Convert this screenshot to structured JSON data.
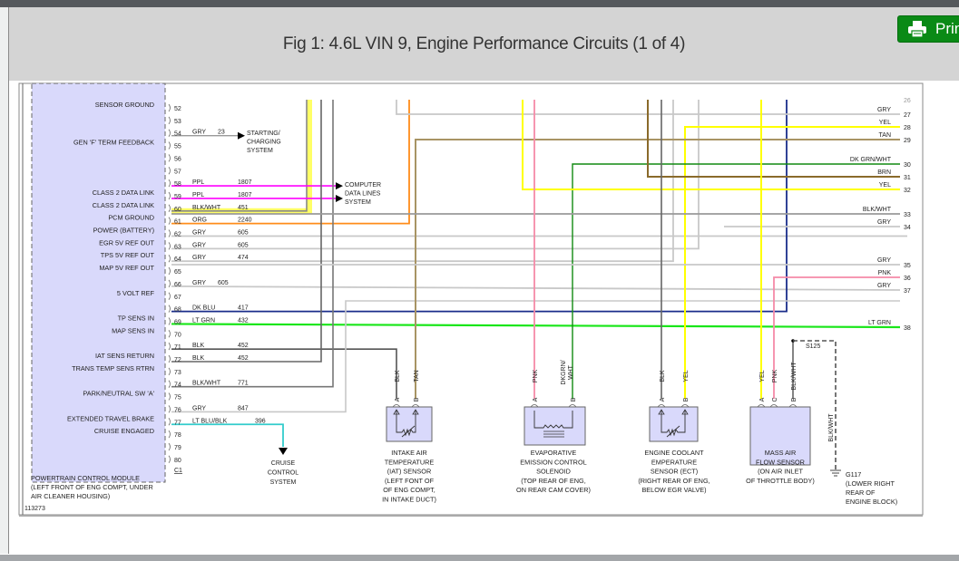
{
  "header": {
    "title": "Fig 1: 4.6L VIN 9, Engine Performance Circuits (1 of 4)",
    "print_label": "Print",
    "print_icon": "printer-icon"
  },
  "colors": {
    "header_bg": "#d4d4d4",
    "print_green": "#0a8a16",
    "pcm_fill": "#d9d9fb",
    "wire": {
      "GRY": "#c8c8c8",
      "YEL": "#ffff00",
      "TAN": "#a89464",
      "DKGRNWHT": "#118a11",
      "BRN": "#8a6a2a",
      "BLKWHT": "#9a9a9a",
      "PPL": "#ff00ff",
      "ORG": "#ff8c1a",
      "DKBLU": "#1a2d8a",
      "LTGRN": "#19e619",
      "BLK": "#555555",
      "LTBLUBLK": "#33cccc",
      "PNK": "#f58aa8"
    }
  },
  "pcm": {
    "name": "POWERTRAIN CONTROL MODULE",
    "location_lines": [
      "(LEFT FRONT OF ENG COMPT, UNDER",
      "AIR CLEANER HOUSING)"
    ],
    "connector": "C1",
    "figure_id": "113273",
    "pins": [
      {
        "pin": "52",
        "label": "SENSOR GROUND",
        "wire": "",
        "circuit": ""
      },
      {
        "pin": "53",
        "label": "",
        "wire": "",
        "circuit": ""
      },
      {
        "pin": "54",
        "label": "",
        "wire": "GRY",
        "circuit": "23"
      },
      {
        "pin": "55",
        "label": "GEN 'F' TERM FEEDBACK",
        "wire": "",
        "circuit": ""
      },
      {
        "pin": "56",
        "label": "",
        "wire": "",
        "circuit": ""
      },
      {
        "pin": "57",
        "label": "",
        "wire": "",
        "circuit": ""
      },
      {
        "pin": "58",
        "label": "",
        "wire": "PPL",
        "circuit": "1807"
      },
      {
        "pin": "59",
        "label": "CLASS 2 DATA LINK",
        "wire": "PPL",
        "circuit": "1807"
      },
      {
        "pin": "60",
        "label": "CLASS 2 DATA LINK",
        "wire": "BLK/WHT",
        "circuit": "451"
      },
      {
        "pin": "61",
        "label": "PCM GROUND",
        "wire": "ORG",
        "circuit": "2240"
      },
      {
        "pin": "62",
        "label": "POWER (BATTERY)",
        "wire": "GRY",
        "circuit": "605"
      },
      {
        "pin": "63",
        "label": "EGR 5V REF OUT",
        "wire": "GRY",
        "circuit": "605"
      },
      {
        "pin": "64",
        "label": "TPS 5V REF OUT",
        "wire": "GRY",
        "circuit": "474"
      },
      {
        "pin": "65",
        "label": "MAP 5V REF OUT",
        "wire": "",
        "circuit": ""
      },
      {
        "pin": "66",
        "label": "",
        "wire": "GRY",
        "circuit": "605"
      },
      {
        "pin": "67",
        "label": "5 VOLT REF",
        "wire": "",
        "circuit": ""
      },
      {
        "pin": "68",
        "label": "",
        "wire": "DK BLU",
        "circuit": "417"
      },
      {
        "pin": "69",
        "label": "TP SENS IN",
        "wire": "LT GRN",
        "circuit": "432"
      },
      {
        "pin": "70",
        "label": "MAP SENS IN",
        "wire": "",
        "circuit": ""
      },
      {
        "pin": "71",
        "label": "",
        "wire": "BLK",
        "circuit": "452"
      },
      {
        "pin": "72",
        "label": "IAT SENS RETURN",
        "wire": "BLK",
        "circuit": "452"
      },
      {
        "pin": "73",
        "label": "TRANS TEMP SENS RTRN",
        "wire": "",
        "circuit": ""
      },
      {
        "pin": "74",
        "label": "",
        "wire": "BLK/WHT",
        "circuit": "771"
      },
      {
        "pin": "75",
        "label": "PARK/NEUTRAL SW 'A'",
        "wire": "",
        "circuit": ""
      },
      {
        "pin": "76",
        "label": "",
        "wire": "GRY",
        "circuit": "847"
      },
      {
        "pin": "77",
        "label": "EXTENDED TRAVEL BRAKE",
        "wire": "LT BLU/BLK",
        "circuit": "396"
      },
      {
        "pin": "78",
        "label": "CRUISE ENGAGED",
        "wire": "",
        "circuit": ""
      },
      {
        "pin": "79",
        "label": "",
        "wire": "",
        "circuit": ""
      },
      {
        "pin": "80",
        "label": "",
        "wire": "",
        "circuit": ""
      }
    ]
  },
  "destinations": {
    "starting_charging": [
      "STARTING/",
      "CHARGING",
      "SYSTEM"
    ],
    "computer_data": [
      "COMPUTER",
      "DATA LINES",
      "SYSTEM"
    ],
    "cruise_control": [
      "CRUISE",
      "CONTROL",
      "SYSTEM"
    ]
  },
  "right_connector": [
    {
      "pin": "27",
      "wire": "GRY"
    },
    {
      "pin": "28",
      "wire": "YEL"
    },
    {
      "pin": "29",
      "wire": "TAN"
    },
    {
      "pin": "30",
      "wire": "DK GRN/WHT"
    },
    {
      "pin": "31",
      "wire": "BRN"
    },
    {
      "pin": "32",
      "wire": "YEL"
    },
    {
      "pin": "33",
      "wire": "BLK/WHT"
    },
    {
      "pin": "34",
      "wire": "GRY"
    },
    {
      "pin": "35",
      "wire": "GRY"
    },
    {
      "pin": "36",
      "wire": "PNK"
    },
    {
      "pin": "37",
      "wire": "GRY"
    },
    {
      "pin": "38",
      "wire": "LT GRN"
    }
  ],
  "components": [
    {
      "id": "iat",
      "pins": [
        {
          "pin": "A",
          "wire": "BLK"
        },
        {
          "pin": "B",
          "wire": "TAN"
        }
      ],
      "label_lines": [
        "INTAKE AIR",
        "TEMPERATURE",
        "(IAT) SENSOR",
        "(LEFT FONT OF",
        "OF ENG COMPT,",
        "IN INTAKE DUCT)"
      ]
    },
    {
      "id": "evap",
      "pins": [
        {
          "pin": "A",
          "wire": "PNK"
        },
        {
          "pin": "B",
          "wire": "DKGRN/ WHT"
        }
      ],
      "label_lines": [
        "EVAPORATIVE",
        "EMISSION CONTROL",
        "SOLENOID",
        "(TOP REAR OF ENG,",
        "ON REAR CAM COVER)"
      ]
    },
    {
      "id": "ect",
      "pins": [
        {
          "pin": "A",
          "wire": "BLK"
        },
        {
          "pin": "B",
          "wire": "YEL"
        }
      ],
      "label_lines": [
        "ENGINE COOLANT",
        "EMPERATURE",
        "SENSOR (ECT)",
        "(RIGHT REAR OF ENG,",
        "BELOW EGR VALVE)"
      ]
    },
    {
      "id": "maf",
      "pins": [
        {
          "pin": "A",
          "wire": "YEL"
        },
        {
          "pin": "C",
          "wire": "PNK"
        },
        {
          "pin": "B",
          "wire": "BLK/WHT"
        }
      ],
      "label_lines": [
        "MASS AIR",
        "FLOW SENSOR",
        "(ON AIR INLET",
        "OF THROTTLE BODY)"
      ]
    }
  ],
  "ground": {
    "splice": "S125",
    "wire": "BLK/WHT",
    "name": "G117",
    "location_lines": [
      "(LOWER RIGHT",
      "REAR OF",
      "ENGINE BLOCK)"
    ]
  }
}
